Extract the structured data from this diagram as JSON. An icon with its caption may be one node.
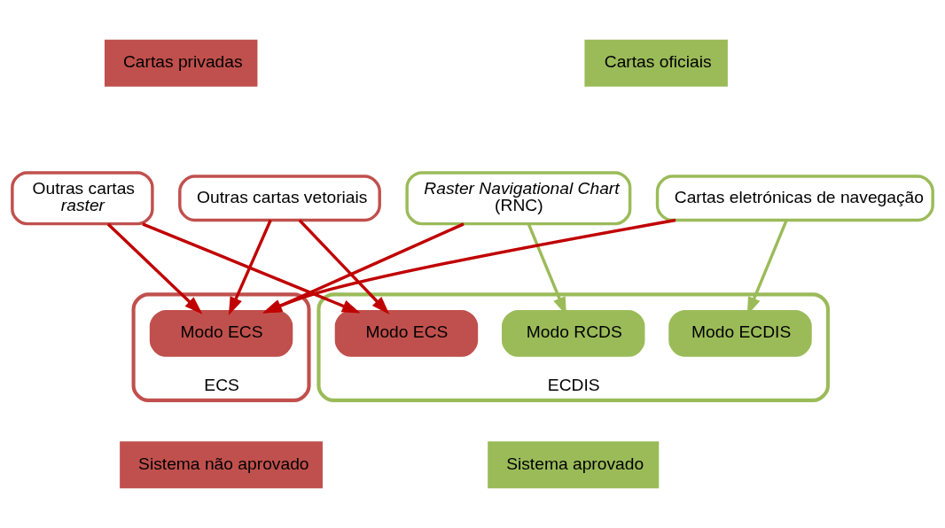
{
  "diagram": {
    "nodes": [
      {
        "text": [
          "Cartas privadas"
        ]
      },
      {
        "text": [
          "Outras cartas *raster*"
        ]
      },
      {
        "text": [
          "Outras cartas vetoriais"
        ]
      },
      {
        "text": [
          "Cartas oficiais"
        ]
      },
      {
        "text": [
          "*Raster Navigational Chart* (RNC)"
        ]
      },
      {
        "text": [
          "Cartas eletrónicas de navegação"
        ]
      },
      {
        "text": [
          "ECS"
        ]
      },
      {
        "text": [
          "Modo ECS"
        ],
        "in": 6
      },
      {
        "text": [
          "ECDIS"
        ]
      },
      {
        "text": [
          "Modo ECS"
        ],
        "in": 8
      },
      {
        "text": [
          "Modo RCDS"
        ],
        "in": 8
      },
      {
        "text": [
          "Modo ECDIS"
        ],
        "in": 8
      },
      {
        "text": [
          "Sistema não aprovado"
        ]
      },
      {
        "text": [
          "Sistema aprovado"
        ]
      }
    ],
    "edges": [
      {
        "from": 1,
        "to": 7,
        "arrow": "to"
      },
      {
        "from": 2,
        "to": 7,
        "arrow": "to"
      },
      {
        "from": 4,
        "to": 7,
        "arrow": "to"
      },
      {
        "from": 5,
        "to": 7,
        "arrow": "to"
      },
      {
        "from": 1,
        "to": 9,
        "arrow": "to"
      },
      {
        "from": 2,
        "to": 9,
        "arrow": "to"
      },
      {
        "from": 4,
        "to": 10,
        "arrow": "to",
        "color": "#9bbb59"
      },
      {
        "from": 5,
        "to": 11,
        "arrow": "to",
        "color": "#9bbb59"
      }
    ]
  }
}
